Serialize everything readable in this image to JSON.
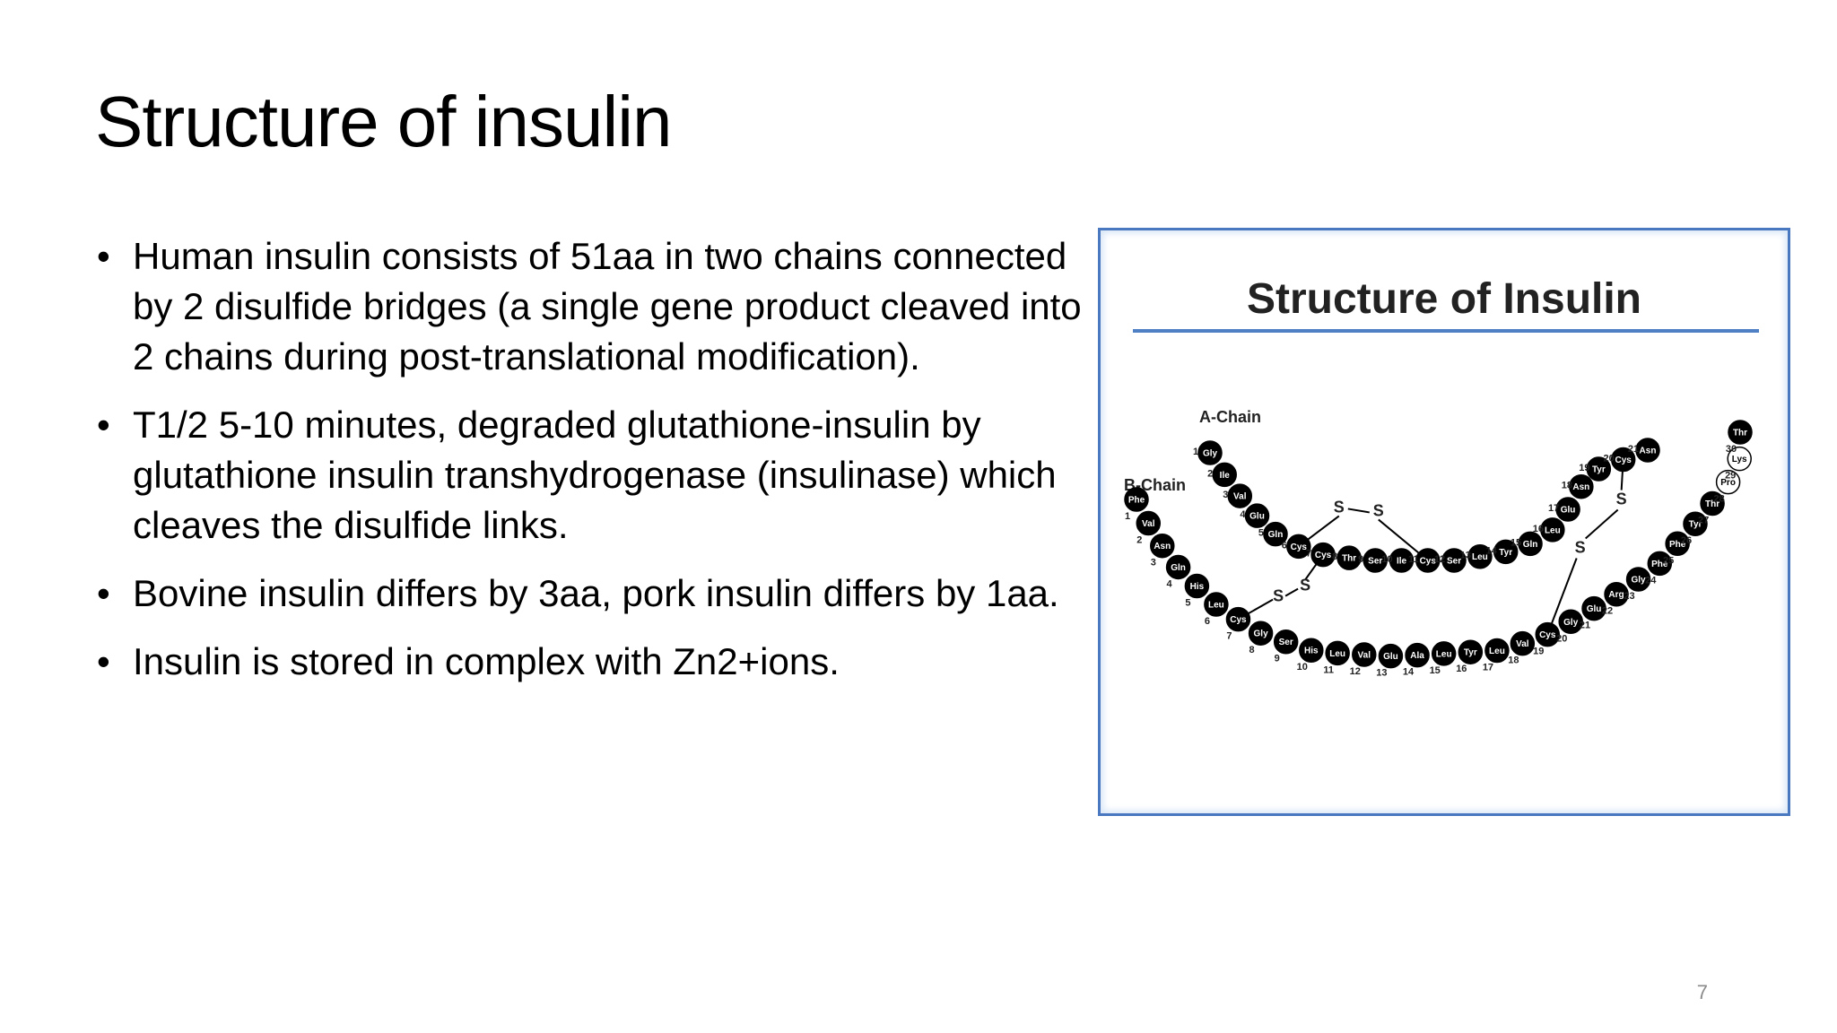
{
  "slide": {
    "title": "Structure of insulin",
    "bullets": [
      "Human insulin consists of 51aa in two chains connected by 2 disulfide bridges (a single gene product cleaved into 2 chains during post-translational modification).",
      "T1/2  5-10 minutes, degraded glutathione-insulin by glutathione insulin transhydrogenase (insulinase) which cleaves the disulfide links.",
      "Bovine insulin differs by 3aa, pork insulin differs by 1aa.",
      "Insulin is stored in complex with Zn2+ions."
    ],
    "page_number": "7"
  },
  "figure": {
    "title": "Structure of Insulin",
    "a_chain_label": "A-Chain",
    "b_chain_label": "B-Chain",
    "bond_symbol": "S",
    "a_chain": [
      "Gly",
      "Ile",
      "Val",
      "Glu",
      "Gln",
      "Cys",
      "Cys",
      "Thr",
      "Ser",
      "Ile",
      "Cys",
      "Ser",
      "Leu",
      "Tyr",
      "Gln",
      "Leu",
      "Glu",
      "Asn",
      "Tyr",
      "Cys",
      "Asn"
    ],
    "b_chain": [
      "Phe",
      "Val",
      "Asn",
      "Gln",
      "His",
      "Leu",
      "Cys",
      "Gly",
      "Ser",
      "His",
      "Leu",
      "Val",
      "Glu",
      "Ala",
      "Leu",
      "Tyr",
      "Leu",
      "Val",
      "Cys",
      "Gly",
      "Glu",
      "Arg",
      "Gly",
      "Phe",
      "Phe",
      "Tyr",
      "Thr",
      "Pro",
      "Lys",
      "Thr"
    ],
    "colors": {
      "frame_border": "#4a78c0",
      "title_rule": "#4f7fc4",
      "residue_fill": "#000000",
      "residue_text": "#ffffff",
      "open_residue_fill": "#ffffff"
    },
    "open_residues_b": [
      28,
      29
    ]
  }
}
